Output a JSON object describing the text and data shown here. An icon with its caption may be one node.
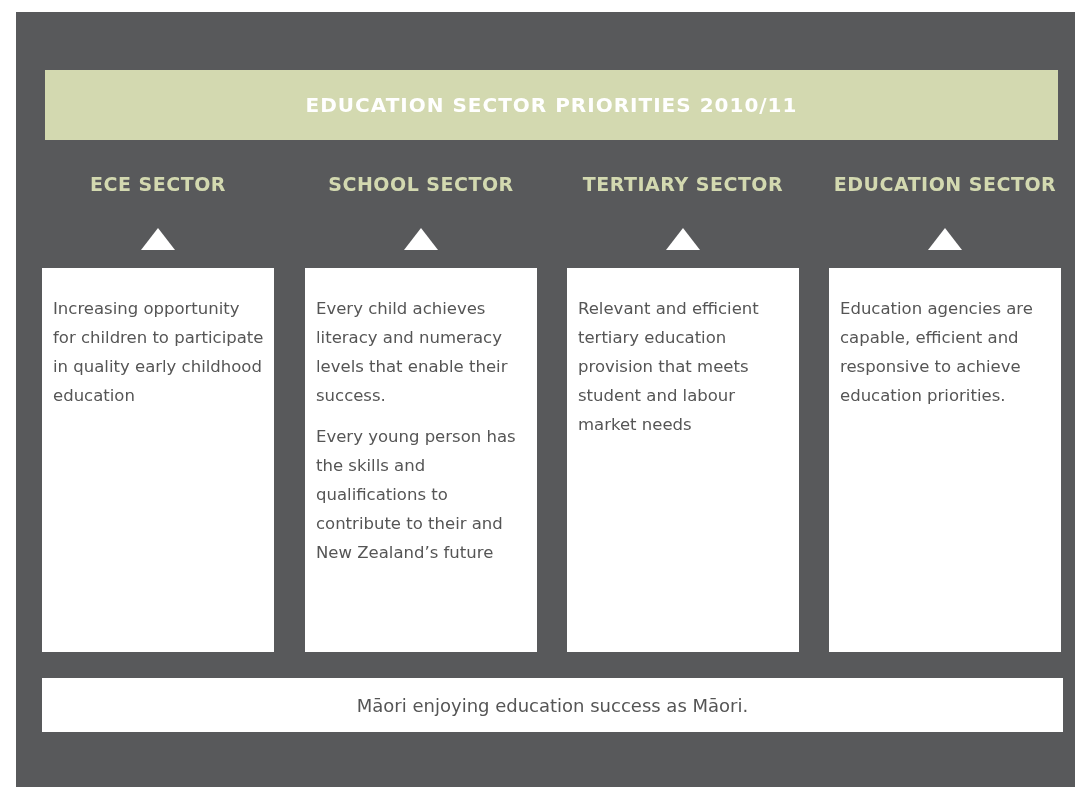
{
  "diagram": {
    "nodes": [
      {
        "text": [
          "EDUCATION SECTOR PRIORITIES 2010/11"
        ]
      },
      {
        "text": [
          "ECE SECTOR",
          "Increasing opportunity for children to participate in quality early childhood education"
        ]
      },
      {
        "text": [
          "SCHOOL SECTOR",
          "Every child achieves literacy and numeracy levels that enable their success.",
          "Every young person has the skills and qualifications to contribute to their and New Zealand’s future"
        ]
      },
      {
        "text": [
          "TERTIARY SECTOR",
          "Relevant and efficient tertiary education provision that meets student and labour market needs"
        ]
      },
      {
        "text": [
          "EDUCATION SECTOR",
          "Education agencies are capable, efficient and responsive to achieve education priorities."
        ]
      },
      {
        "text": [
          "Māori enjoying education success as Māori."
        ]
      }
    ],
    "edges": []
  }
}
